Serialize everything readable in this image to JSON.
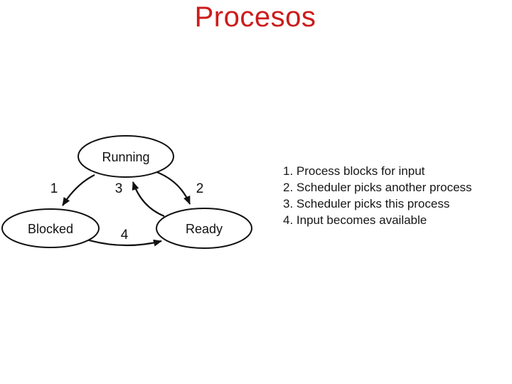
{
  "slide": {
    "title": "Procesos"
  },
  "colors": {
    "title_red": "#cc1c1c",
    "diagram_ink": "#111111",
    "background": "#ffffff"
  },
  "diagram": {
    "states": [
      {
        "id": "running",
        "label": "Running"
      },
      {
        "id": "blocked",
        "label": "Blocked"
      },
      {
        "id": "ready",
        "label": "Ready"
      }
    ],
    "transitions": [
      {
        "number": "1",
        "from": "Running",
        "to": "Blocked"
      },
      {
        "number": "2",
        "from": "Running",
        "to": "Ready"
      },
      {
        "number": "3",
        "from": "Ready",
        "to": "Running"
      },
      {
        "number": "4",
        "from": "Blocked",
        "to": "Ready"
      }
    ]
  },
  "legend": {
    "items": [
      "1. Process blocks for input",
      "2. Scheduler picks another process",
      "3. Scheduler picks this process",
      "4. Input becomes available"
    ]
  }
}
